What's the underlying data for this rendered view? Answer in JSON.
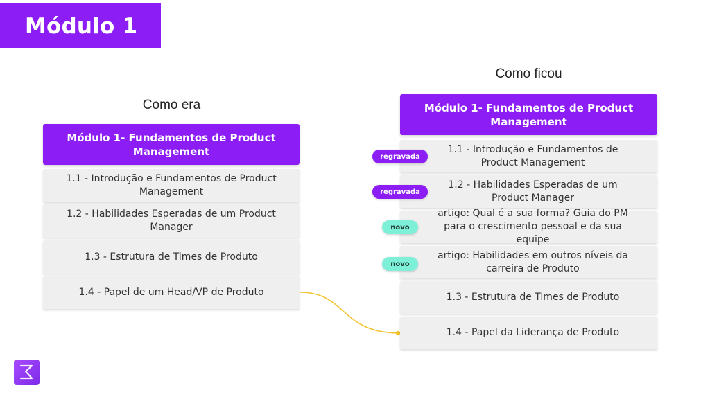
{
  "title": "Módulo 1",
  "left": {
    "heading": "Como era",
    "module": "Módulo 1- Fundamentos de Product Management",
    "items": [
      "1.1 - Introdução e Fundamentos de Product Management",
      "1.2 - Habilidades Esperadas de um Product Manager",
      "1.3 - Estrutura de Times de Produto",
      "1.4 - Papel de um Head/VP de Produto"
    ]
  },
  "right": {
    "heading": "Como ficou",
    "module": "Módulo 1- Fundamentos de Product Management",
    "items": [
      "1.1 - Introdução e Fundamentos de Product Management",
      "1.2 - Habilidades Esperadas de um Product Manager",
      "artigo: Qual é a sua forma? Guia do PM para o crescimento pessoal e da sua equipe",
      "artigo: Habilidades em outros níveis da carreira de Produto",
      "1.3 - Estrutura de Times de Produto",
      "1.4 - Papel da Liderança de Produto"
    ],
    "badges": [
      "regravada",
      "regravada",
      "novo",
      "novo"
    ]
  },
  "colors": {
    "accent": "#8c1df5",
    "card_bg": "#efefef",
    "new_badge": "#7ff0d8",
    "connector": "#f2c230"
  },
  "icons": [
    "brand-logo-icon"
  ]
}
